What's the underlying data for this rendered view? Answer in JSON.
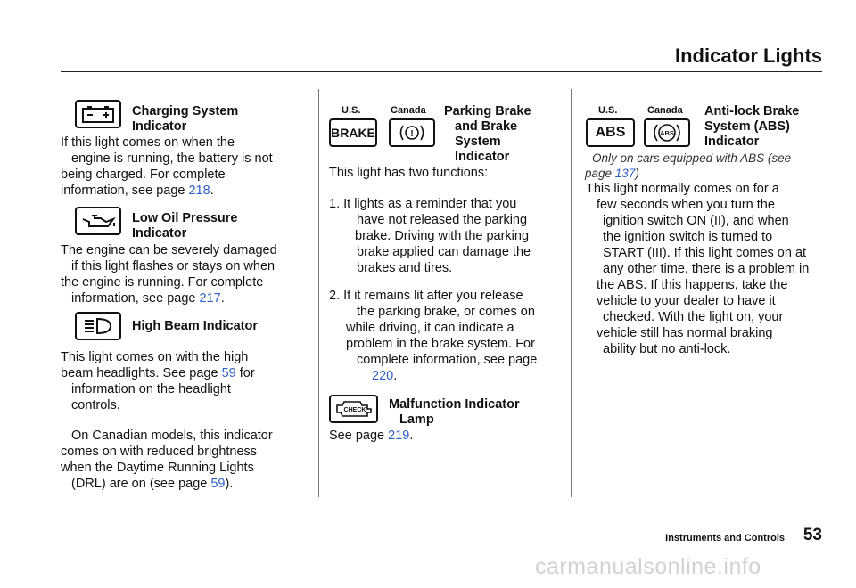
{
  "page": {
    "title": "Indicator Lights",
    "section": "Instruments and Controls",
    "page_number": "53",
    "watermark": "carmanualsonline.info"
  },
  "charging": {
    "heading_1": "Charging System",
    "heading_2": "Indicator",
    "lines": [
      "If this light comes on when the",
      "engine is running, the battery is not",
      "being charged. For complete",
      "information, see page "
    ],
    "link": "218",
    "tail": "."
  },
  "oil": {
    "heading_1": "Low Oil Pressure",
    "heading_2": "Indicator",
    "lines": [
      "The engine can be severely damaged",
      "if this light flashes or stays on when",
      "the engine is running. For complete",
      "information, see page "
    ],
    "link": "217",
    "tail": "."
  },
  "highbeam": {
    "heading": "High Beam Indicator",
    "line1": "This light comes on with the high",
    "line2a": "beam headlights. See page ",
    "line2_link": "59",
    "line2b": " for",
    "line3": "information on the headlight",
    "line4": "controls.",
    "canada_lines": [
      "On Canadian models, this indicator",
      "comes on with reduced brightness",
      "when the Daytime Running Lights"
    ],
    "canada_last_a": "(DRL) are on (see page ",
    "canada_link": "59",
    "canada_last_b": ")."
  },
  "brake": {
    "us_label": "U.S.",
    "canada_label": "Canada",
    "us_icon_text": "BRAKE",
    "canada_icon_text": "!",
    "heading_lines": [
      "Parking Brake",
      "and Brake",
      "System",
      "Indicator"
    ],
    "intro": "This light has two functions:",
    "item1": [
      "1. It lights as a reminder that you",
      "have not released the parking",
      "brake. Driving with the parking",
      "brake applied can damage the",
      "brakes and tires."
    ],
    "item2": [
      "2. If it remains lit after you release",
      "the parking brake, or comes on",
      "while driving, it can indicate a",
      "problem in the brake system. For",
      "complete information, see page"
    ],
    "item2_link": "220",
    "item2_tail": "."
  },
  "malfunction": {
    "icon_text": "CHECK",
    "heading_1": "Malfunction Indicator",
    "heading_2": "Lamp",
    "see_text": "See page ",
    "link": "219",
    "tail": "."
  },
  "abs": {
    "us_label": "U.S.",
    "canada_label": "Canada",
    "us_icon_text": "ABS",
    "canada_icon_text": "ABS",
    "heading_lines": [
      "Anti-lock Brake",
      "System (ABS)",
      "Indicator"
    ],
    "note_1": "Only on cars equipped with ABS (see",
    "note_2a": "page ",
    "note_link": "137",
    "note_2b": ")",
    "lines": [
      "This light normally comes on for a",
      "few seconds when you turn the",
      "ignition switch ON (II), and when",
      "the ignition switch is turned to",
      "START (III). If this light comes on at",
      "any other time, there is a problem in",
      "the ABS. If this happens, take the",
      "vehicle to your dealer to have it",
      "checked. With the light on, your",
      "vehicle still has normal braking",
      "ability but no anti-lock."
    ]
  }
}
